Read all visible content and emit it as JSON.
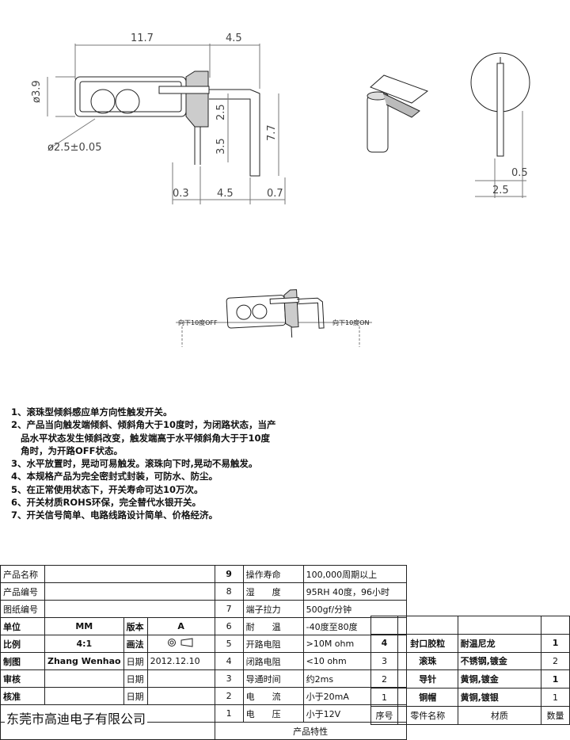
{
  "dimensions": {
    "top_left": "11.7",
    "top_right": "4.5",
    "diameter": "ø3.9",
    "ball_diameter": "ø2.5±0.05",
    "v1": "2.5",
    "v2": "3.5",
    "v3": "7.7",
    "bottom_a": "0.3",
    "bottom_b": "4.5",
    "bottom_c": "0.7",
    "side_a": "0.5",
    "side_b": "2.5"
  },
  "tilt_labels": {
    "off": "向下10度OFF",
    "on": "向下10度ON"
  },
  "notes": [
    "1、滚珠型倾斜感应单方向性触发开关。",
    "2、产品当向触发端倾斜、倾斜角大于10度时，为闭路状态，当产\n   品水平状态发生倾斜改变，触发端高于水平倾斜角大于于10度\n   角时，为开路OFF状态。",
    "3、水平放置时，晃动可易触发。滚珠向下时,晃动不易触发。",
    "4、本规格产品为完全密封式封装，可防水、防尘。",
    "5、在正常使用状态下，开关寿命可达10万次。",
    "6、开关材质ROHS环保，完全替代水银开关。",
    "7、开关信号简单、电路线路设计简单、价格经济。"
  ],
  "title_block": {
    "product_name": "产品名称",
    "product_code": "产品编号",
    "drawing_code": "图纸编号",
    "unit_label": "单位",
    "unit_value": "MM",
    "version_label": "版本",
    "version_value": "A",
    "scale_label": "比例",
    "scale_value": "4:1",
    "method_label": "画法",
    "drawn_label": "制图",
    "drawn_value": "Zhang Wenhao",
    "date_label": "日期",
    "date_value": "2012.12.10",
    "check_label": "审核",
    "approve_label": "核准"
  },
  "specs": [
    {
      "no": "9",
      "name": "操作寿命",
      "value": "100,000周期以上"
    },
    {
      "no": "8",
      "name": "湿　　度",
      "value": "95RH 40度，96小时"
    },
    {
      "no": "7",
      "name": "端子拉力",
      "value": "500gf/分钟"
    },
    {
      "no": "6",
      "name": "耐　　温",
      "value": "-40度至80度"
    },
    {
      "no": "5",
      "name": "开路电阻",
      "value": ">10M ohm"
    },
    {
      "no": "4",
      "name": "闭路电阻",
      "value": "<10 ohm"
    },
    {
      "no": "3",
      "name": "导通时间",
      "value": "约2ms"
    },
    {
      "no": "2",
      "name": "电　　流",
      "value": "小于20mA"
    },
    {
      "no": "1",
      "name": "电　　压",
      "value": "小于12V"
    }
  ],
  "spec_footer": "产品特性",
  "parts": [
    {
      "no": "4",
      "name": "封口胶粒",
      "material": "耐温尼龙",
      "qty": "1"
    },
    {
      "no": "3",
      "name": "滚珠",
      "material": "不锈钢,镀金",
      "qty": "2"
    },
    {
      "no": "2",
      "name": "导针",
      "material": "黄铜,镀金",
      "qty": "1"
    },
    {
      "no": "1",
      "name": "铜帽",
      "material": "黄铜,镀银",
      "qty": "1"
    }
  ],
  "parts_header": {
    "no": "序号",
    "name": "零件名称",
    "material": "材质",
    "qty": "数量"
  },
  "company": "东莞市高迪电子有限公司"
}
